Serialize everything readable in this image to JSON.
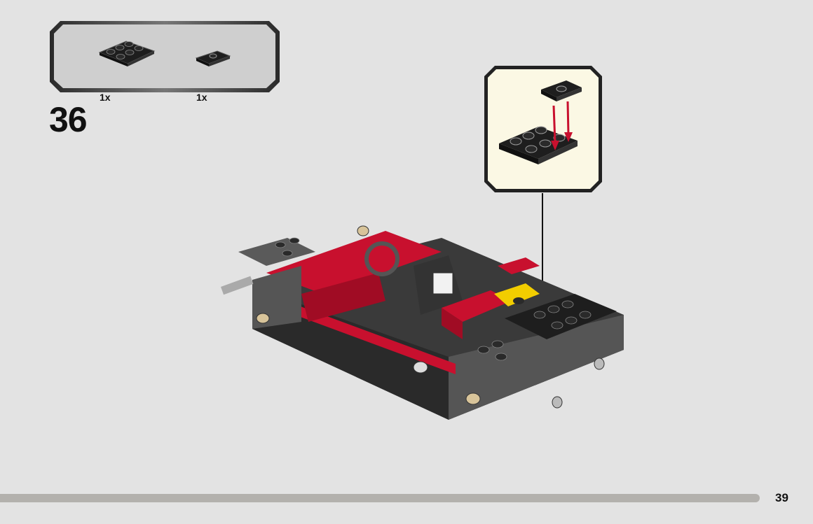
{
  "parts_list": {
    "items": [
      {
        "part": "plate-2x3-black",
        "quantity": "1x",
        "color": "#1e1e1e"
      },
      {
        "part": "plate-1x2-jumper-black",
        "quantity": "1x",
        "color": "#1e1e1e"
      }
    ]
  },
  "step": {
    "number": "36"
  },
  "callout": {
    "background": "#fbf8e4",
    "arrow_color": "#c8102e"
  },
  "page": {
    "number": "39"
  },
  "colors": {
    "background": "#e3e3e3",
    "model_red": "#c8102e",
    "model_dark": "#2a2a2a",
    "model_gray": "#6b6b6b",
    "model_yellow": "#f2cd00"
  }
}
